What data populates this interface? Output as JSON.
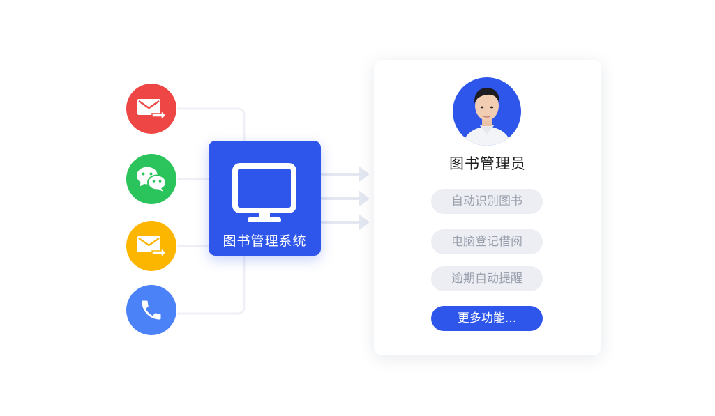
{
  "system": {
    "label": "图书管理系统",
    "color": "#2e56ea",
    "icon": "monitor-icon"
  },
  "channels": [
    {
      "icon": "email-forward-icon",
      "color": "#ee4645"
    },
    {
      "icon": "wechat-icon",
      "color": "#2bc35b"
    },
    {
      "icon": "email-forward-icon",
      "color": "#fdb600"
    },
    {
      "icon": "phone-icon",
      "color": "#4c82f7"
    }
  ],
  "admin": {
    "title": "图书管理员",
    "avatar_icon": "admin-avatar",
    "features": [
      "自动识别图书",
      "电脑登记借阅",
      "逾期自动提醒"
    ],
    "more_label": "更多功能...",
    "accent": "#2e56ea"
  },
  "connector_color": "#eef0f5",
  "arrow_color": "#e3e7f0"
}
